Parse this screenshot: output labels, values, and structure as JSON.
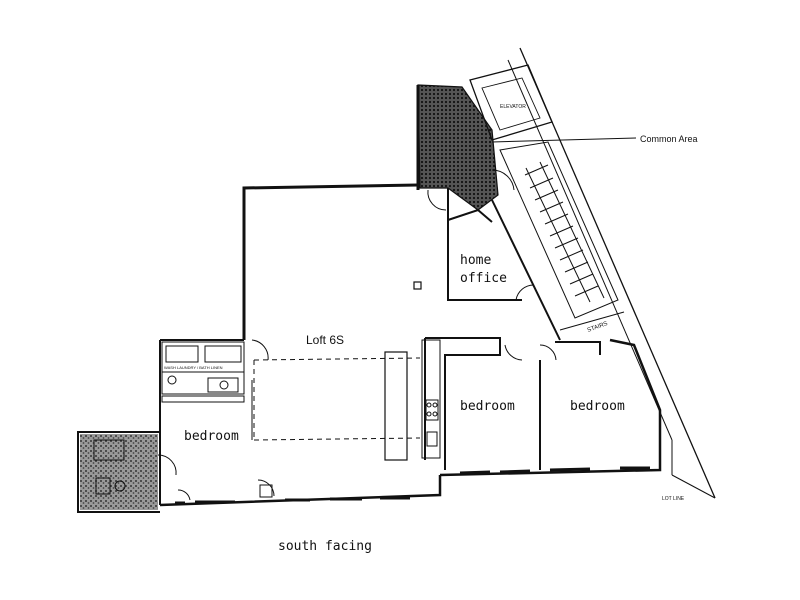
{
  "labels": {
    "common_area": "Common Area",
    "elevator": "ELEVATOR",
    "home_office_line1": "home",
    "home_office_line2": "office",
    "loft": "Loft 6S",
    "bedroom_left": "bedroom",
    "bedroom_middle": "bedroom",
    "bedroom_right": "bedroom",
    "stairs": "STAIRS",
    "laundry": "WASH LAUNDRY / BATH LINEN",
    "lot_line": "LOT LINE",
    "orientation": "south facing"
  },
  "colors": {
    "ink": "#111111",
    "paper": "#ffffff",
    "hatch": "#2a2a2a"
  }
}
